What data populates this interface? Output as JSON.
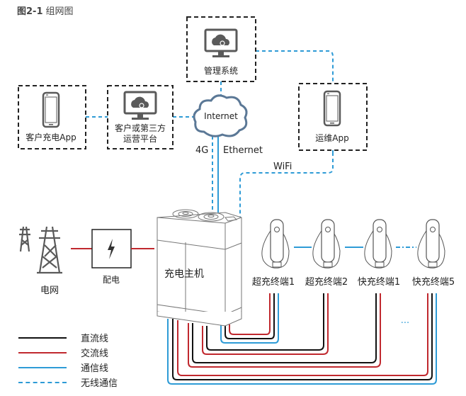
{
  "figure": {
    "number": "图2-1",
    "title": "组网图"
  },
  "colors": {
    "dc": "#111111",
    "ac": "#c0282e",
    "comm": "#2e9bd6",
    "wireless": "#2e9bd6",
    "box_border": "#222222",
    "icon_gray": "#5a5a5a"
  },
  "nodes": {
    "management": "管理系统",
    "customer_app": "客户充电App",
    "third_party_line1": "客户或第三方",
    "third_party_line2": "运营平台",
    "internet": "Internet",
    "ops_app": "运维App",
    "grid": "电网",
    "distribution": "配电",
    "host": "充电主机",
    "terminals": [
      "超充终端1",
      "超充终端2",
      "快充终端1",
      "快充终端5"
    ],
    "ellipsis": "..."
  },
  "links": {
    "g4": "4G",
    "ethernet": "Ethernet",
    "wifi": "WiFi"
  },
  "legend": [
    {
      "label": "直流线",
      "type": "dc"
    },
    {
      "label": "交流线",
      "type": "ac"
    },
    {
      "label": "通信线",
      "type": "comm"
    },
    {
      "label": "无线通信",
      "type": "wireless"
    }
  ]
}
